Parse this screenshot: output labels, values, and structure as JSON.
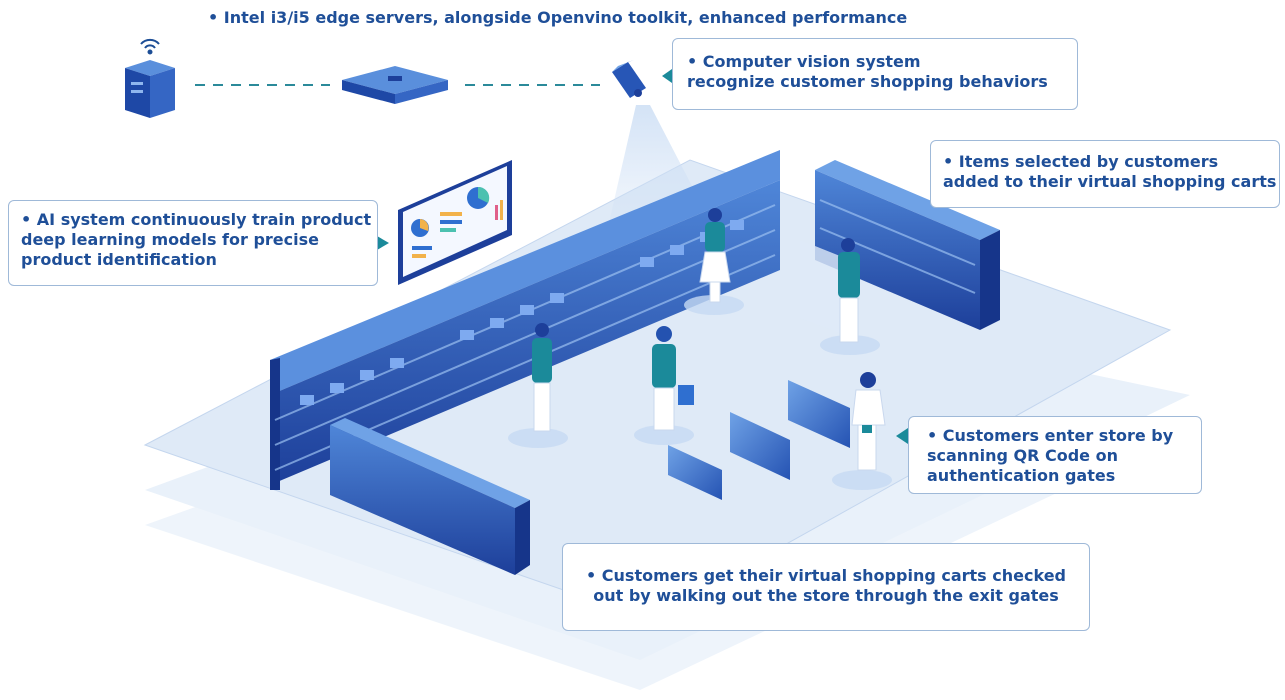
{
  "colors": {
    "primary": "#1f4f98",
    "shelf_dark": "#1d3f9a",
    "shelf_light": "#4f86d8",
    "floor": "#e6eff9",
    "callout_border": "#9fb9d8",
    "accent": "#1b8a9a"
  },
  "icons": [
    "server-icon",
    "wifi-icon",
    "edge-box-icon",
    "camera-icon",
    "dashboard-icon"
  ],
  "callouts": {
    "edge_servers": {
      "line1": "• Intel i3/i5 edge servers, alongside",
      "line2": "Openvino toolkit, enhanced performance"
    },
    "computer_vision": {
      "line1": "• Computer vision system",
      "line2": "recognize customer shopping behaviors"
    },
    "items_selected": {
      "line1": "• Items selected by customers",
      "line2": "added to their virtual shopping carts"
    },
    "ai_system": {
      "line1": "• AI system continuously train product",
      "line2": "deep learning models for precise",
      "line3": "product identification"
    },
    "enter_store": {
      "line1": "• Customers enter store by",
      "line2": "scanning QR Code on",
      "line3": "authentication gates"
    },
    "checkout": {
      "line1": "• Customers get their virtual shopping carts checked",
      "line2": "out by walking out the store through the exit gates"
    }
  }
}
